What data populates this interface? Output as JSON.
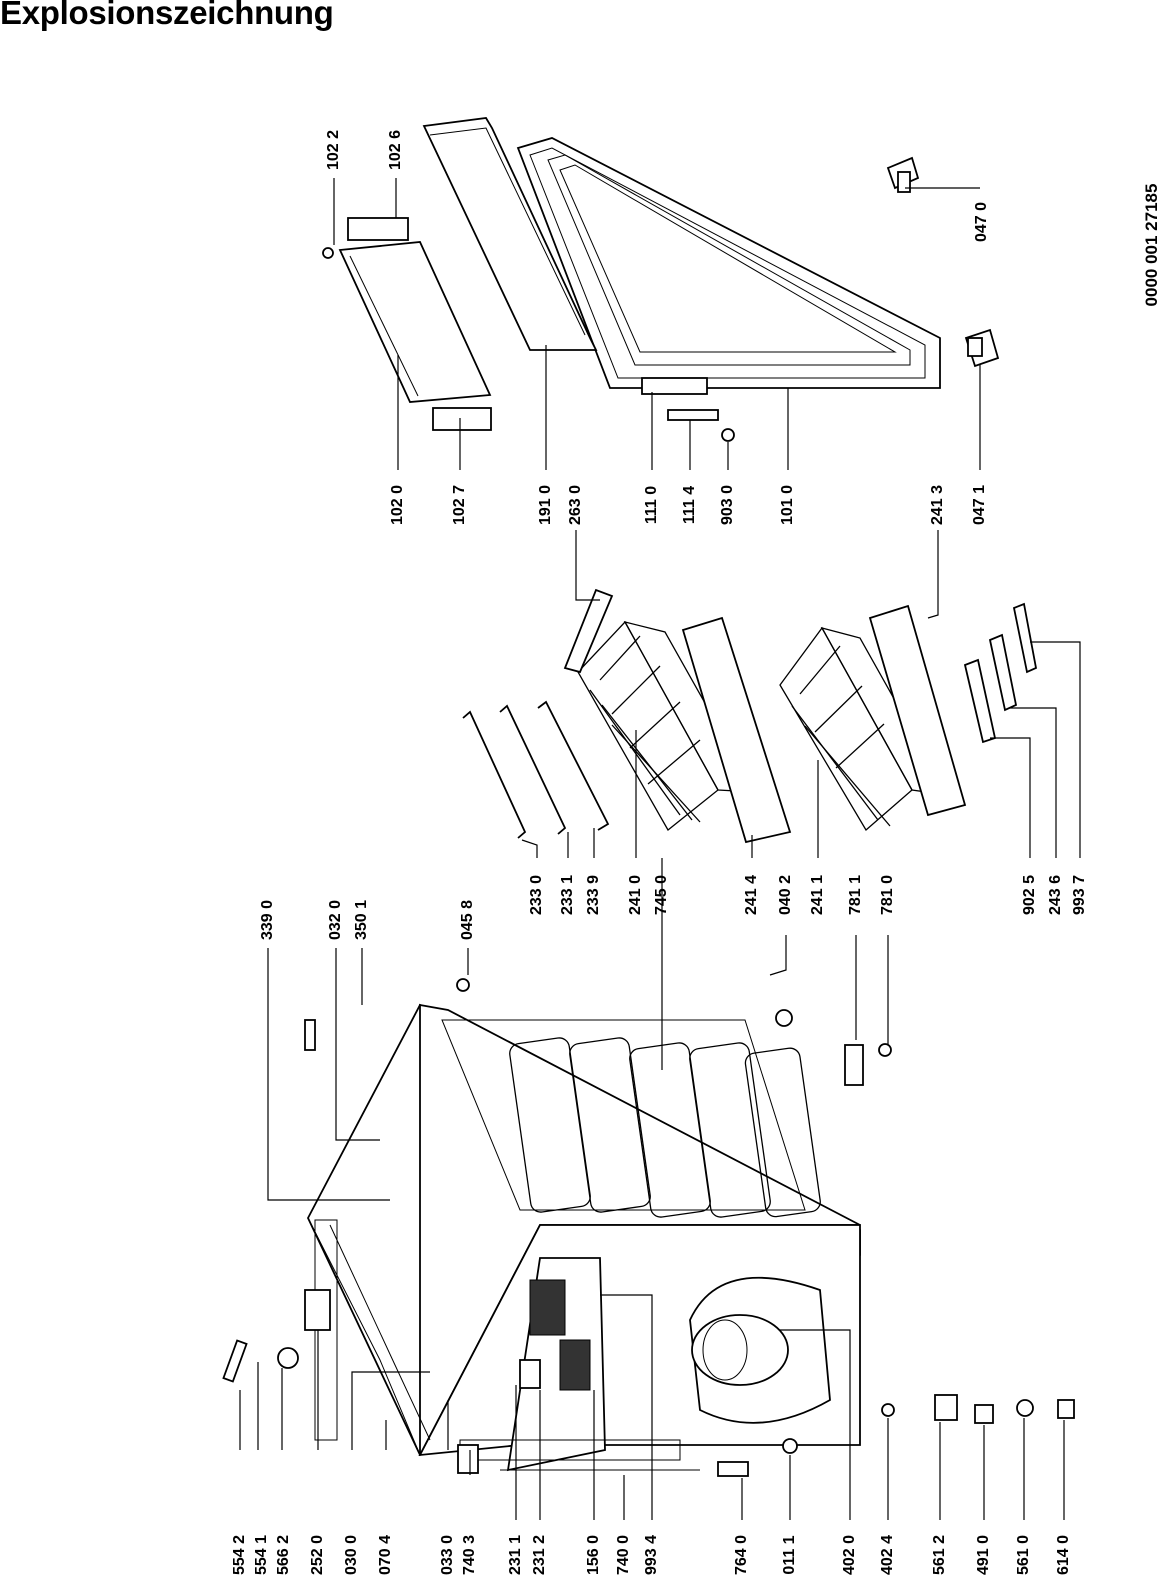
{
  "title": "Explosionszeichnung",
  "document_number": "0000 001 27185",
  "labels_bottom_left": [
    "554 2",
    "554 1",
    "566 2",
    "252 0",
    "030 0",
    "070 4",
    "033 0",
    "740 3",
    "231 1",
    "231 2",
    "156 0",
    "740 0",
    "993 4",
    "764 0",
    "011 1",
    "402 0",
    "402 4",
    "561 2",
    "491 0",
    "561 0",
    "614 0"
  ],
  "labels_middle_cabinet": [
    "339 0",
    "032 0",
    "350 1",
    "045 8"
  ],
  "labels_middle_baskets": [
    "233 0",
    "233 1",
    "233 9",
    "241 0",
    "745 0",
    "241 4",
    "040 2",
    "241 1",
    "781 1",
    "781 0"
  ],
  "labels_middle_right": [
    "902 5",
    "243 6",
    "993 7"
  ],
  "labels_top": [
    "102 0",
    "102 7",
    "191 0",
    "263 0",
    "111 0",
    "111 4",
    "903 0",
    "101 0",
    "241 3",
    "047 1"
  ],
  "labels_top_right": [
    "102 2",
    "102 6",
    "047 0"
  ]
}
